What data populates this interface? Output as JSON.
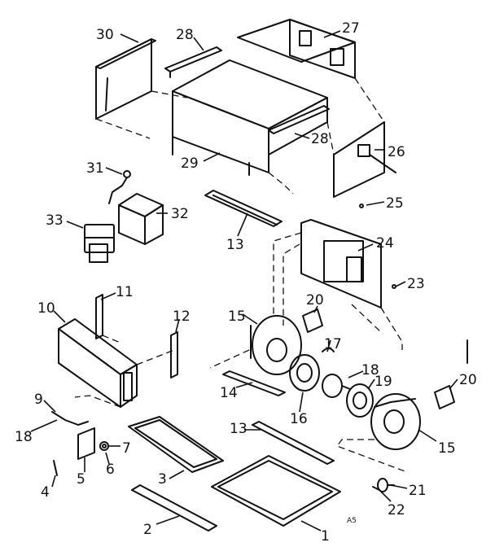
{
  "labels": {
    "p1": "1",
    "p2": "2",
    "p3": "3",
    "p4": "4",
    "p5": "5",
    "p6": "6",
    "p7": "7",
    "p9": "9",
    "p10": "10",
    "p11": "11",
    "p12": "12",
    "p13a": "13",
    "p13b": "13",
    "p14": "14",
    "p15a": "15",
    "p15b": "15",
    "p16": "16",
    "p17": "17",
    "p18a": "18",
    "p18b": "18",
    "p19": "19",
    "p20a": "20",
    "p20b": "20",
    "p21": "21",
    "p22": "22",
    "p23": "23",
    "p24": "24",
    "p25": "25",
    "p26": "26",
    "p27": "27",
    "p28a": "28",
    "p28b": "28",
    "p29": "29",
    "p30": "30",
    "p31": "31",
    "p32": "32",
    "p33": "33"
  },
  "mark": "A5"
}
